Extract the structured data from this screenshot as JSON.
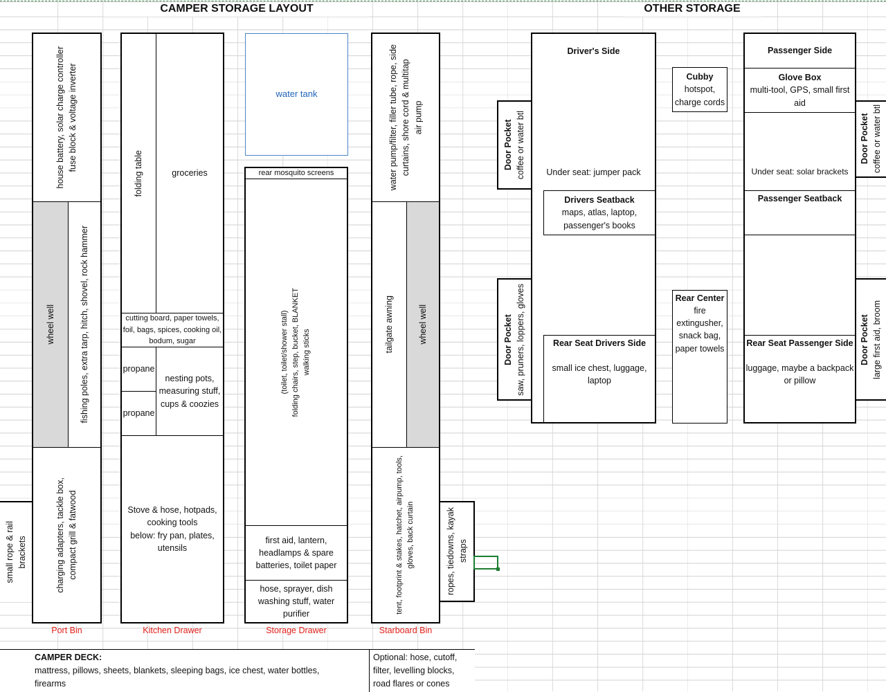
{
  "titles": {
    "left": "CAMPER STORAGE LAYOUT",
    "right": "OTHER STORAGE"
  },
  "port_bin": {
    "label": "Port Bin",
    "top": "house battery, solar charge controller\nfuse block & voltage inverter",
    "wheel_well": "wheel well",
    "middle": "fishing poles, extra tarp, hitch, shovel, rock hammer",
    "bottom": "charging adapters, tackle box,\ncompact grill & fatwood",
    "outside": "small rope & rail\nbrackets"
  },
  "kitchen_drawer": {
    "label": "Kitchen Drawer",
    "folding_table": "folding table",
    "groceries": "groceries",
    "cutting": "cutting board, paper towels,\nfoil, bags, spices, cooking oil,\nbodum, sugar",
    "propane1": "propane",
    "propane2": "propane",
    "nesting": "nesting pots,\nmeasuring stuff,\ncups & coozies",
    "bottom": "Stove & hose, hotpads,\ncooking tools\nbelow:  fry pan, plates,\nutensils"
  },
  "storage_drawer": {
    "label": "Storage Drawer",
    "water_tank": "water tank",
    "mosquito": "rear mosquito screens",
    "toilet": "(toilet, toilet/shower stall)\nfolding chairs, step, bucket, BLANKET\nwalking sticks",
    "first_aid": "first aid, lantern,\nheadlamps & spare\nbatteries, toilet paper",
    "hose": "hose, sprayer, dish\nwashing stuff, water\npurifier"
  },
  "starboard_bin": {
    "label": "Starboard Bin",
    "top": "water pump/filter, filler tube, rope, side\ncurtains, shore cord & multitap\nair pump",
    "tailgate": "tailgate awning",
    "wheel_well": "wheel well",
    "bottom": "tent, footprint & stakes, hatchet, airpump, tools,\ngloves, back curtain",
    "outside": "ropes, tiedowns, kayak\nstraps"
  },
  "deck": {
    "heading": "CAMPER DECK:",
    "line1": "mattress, pillows, sheets, blankets, sleeping bags, ice chest, water bottles,",
    "line2": "firearms",
    "optional1": "Optional: hose, cutoff,",
    "optional2": "filter, levelling blocks,",
    "optional3": "road flares or cones"
  },
  "drivers_side": {
    "heading": "Driver's Side",
    "under_seat": "Under seat:  jumper pack",
    "seatback_heading": "Drivers Seatback",
    "seatback_text": "maps, atlas, laptop,\npassenger's books",
    "rear_heading": "Rear Seat Drivers Side",
    "rear_text": "small ice chest, luggage,\nlaptop",
    "door_front_heading": "Door Pocket",
    "door_front_text": "coffee or water btl",
    "door_rear_heading": "Door Pocket",
    "door_rear_text": "saw, pruners, loppers, gloves"
  },
  "center": {
    "cubby_heading": "Cubby",
    "cubby_text": "hotspot,\ncharge cords",
    "rear_heading": "Rear Center",
    "rear_text": "fire\nextingusher,\nsnack bag,\npaper towels"
  },
  "passenger_side": {
    "heading": "Passenger Side",
    "glove_heading": "Glove Box",
    "glove_text": "multi-tool, GPS, small first\naid",
    "under_seat": "Under seat: solar brackets",
    "seatback_heading": "Passenger Seatback",
    "rear_heading": "Rear Seat Passenger Side",
    "rear_text": "luggage, maybe a backpack\nor pillow",
    "door_front_heading": "Door Pocket",
    "door_front_text": "coffee or water btl",
    "door_rear_heading": "Door Pocket",
    "door_rear_text": "large first aid, broom"
  }
}
